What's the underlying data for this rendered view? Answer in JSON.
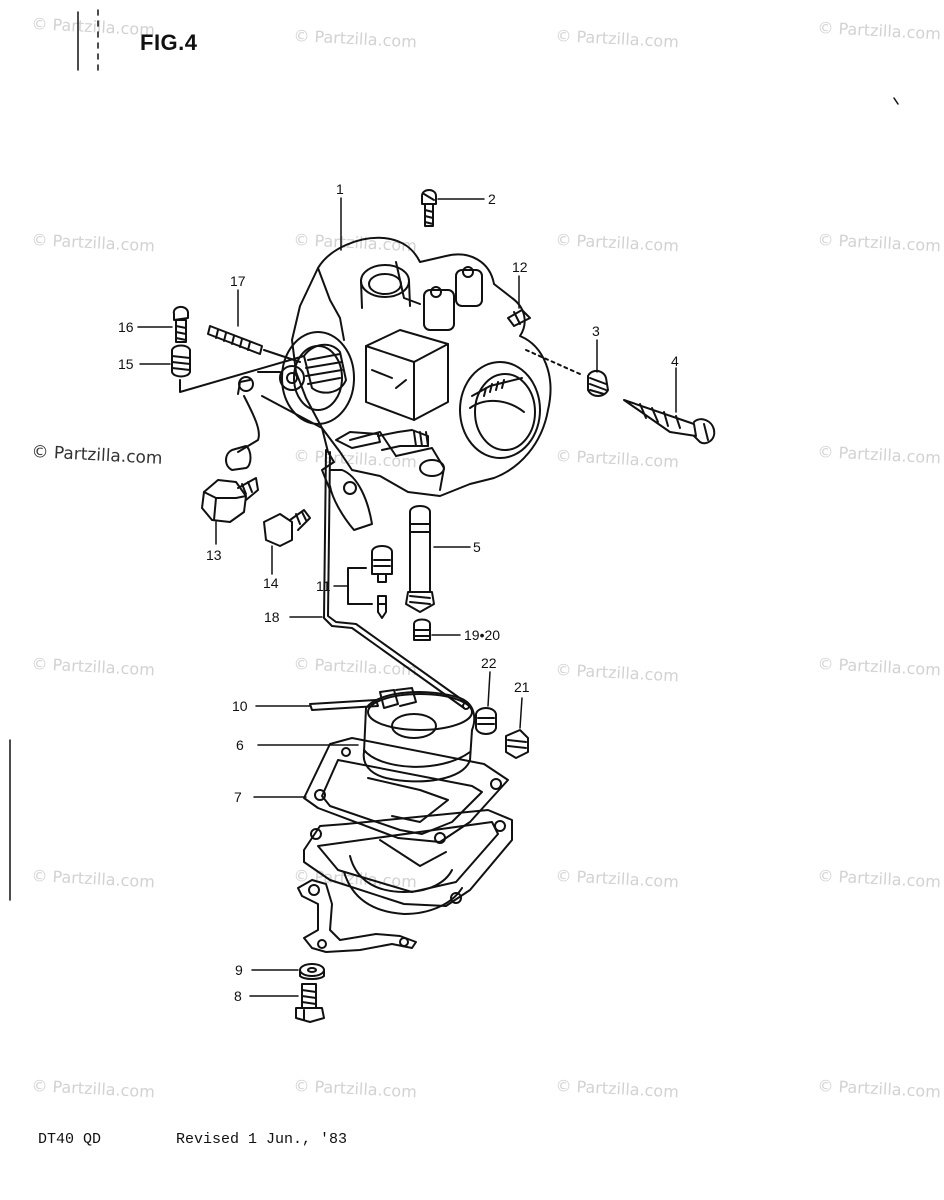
{
  "figure": {
    "title": "FIG.4"
  },
  "footer": {
    "model": "DT40 QD",
    "revision": "Revised 1 Jun., '83"
  },
  "watermark": {
    "text": "© Partzilla.com"
  },
  "callouts": [
    {
      "num": "1"
    },
    {
      "num": "2"
    },
    {
      "num": "3"
    },
    {
      "num": "4"
    },
    {
      "num": "5"
    },
    {
      "num": "6"
    },
    {
      "num": "7"
    },
    {
      "num": "8"
    },
    {
      "num": "9"
    },
    {
      "num": "10"
    },
    {
      "num": "11"
    },
    {
      "num": "12"
    },
    {
      "num": "13"
    },
    {
      "num": "14"
    },
    {
      "num": "15"
    },
    {
      "num": "16"
    },
    {
      "num": "17"
    },
    {
      "num": "18"
    },
    {
      "num": "19•20"
    },
    {
      "num": "21"
    },
    {
      "num": "22"
    }
  ],
  "colors": {
    "ink": "#111111",
    "watermark": "#d2d2d2",
    "background": "#ffffff"
  }
}
